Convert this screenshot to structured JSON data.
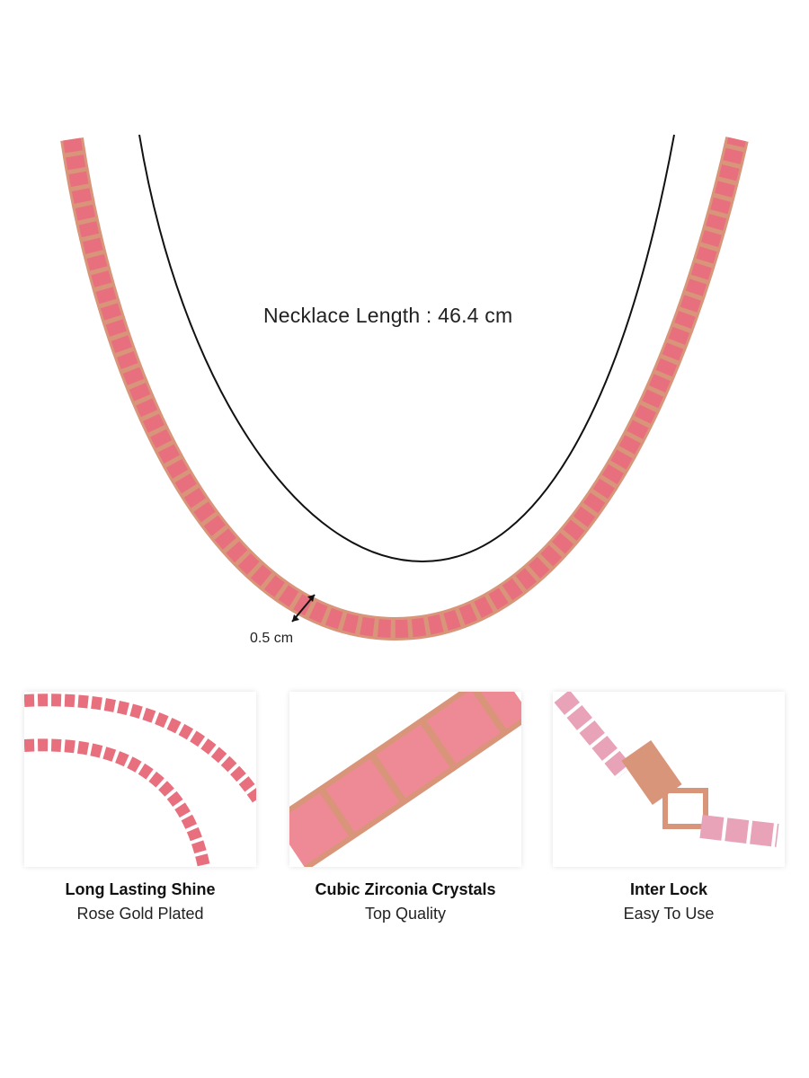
{
  "hero": {
    "length_label": "Necklace Length : 46.4 cm",
    "width_label": "0.5 cm"
  },
  "features": [
    {
      "title": "Long Lasting Shine",
      "subtitle": "Rose Gold Plated"
    },
    {
      "title": "Cubic Zirconia Crystals",
      "subtitle": "Top Quality"
    },
    {
      "title": "Inter Lock",
      "subtitle": "Easy To Use"
    }
  ],
  "colors": {
    "stone": "#e8707e",
    "metal": "#d9957a",
    "line": "#111111"
  }
}
